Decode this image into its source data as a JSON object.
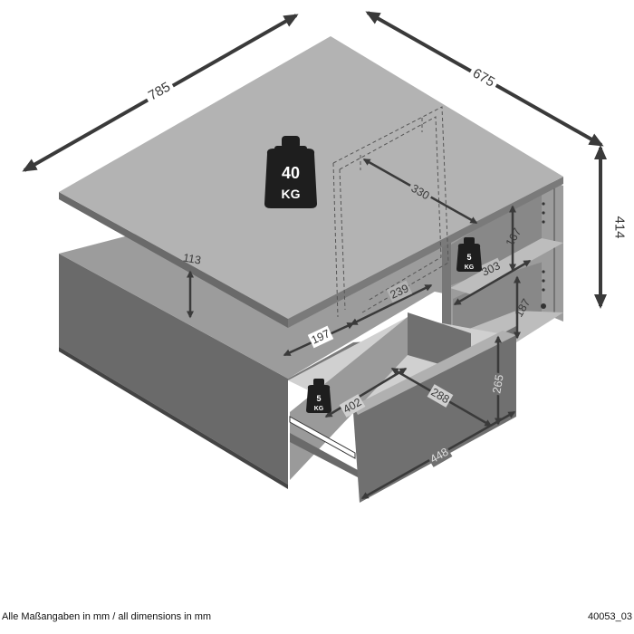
{
  "dimensions": {
    "width": "785",
    "depth": "675",
    "height": "414",
    "top_gap": "113",
    "inner_width": "330",
    "shelf_upper": "167",
    "shelf_lower": "187",
    "shelf_depth": "303",
    "lower_depth": "239",
    "side_depth": "197",
    "drawer_depth": "402",
    "drawer_inner_width": "288",
    "drawer_front_width": "448",
    "drawer_front_height": "265"
  },
  "weights": {
    "top_value": "40",
    "shelf_value": "5",
    "drawer_value": "5",
    "unit": "KG"
  },
  "footer": {
    "note": "Alle Maßangaben in mm / all dimensions in mm",
    "code": "40053_03"
  }
}
